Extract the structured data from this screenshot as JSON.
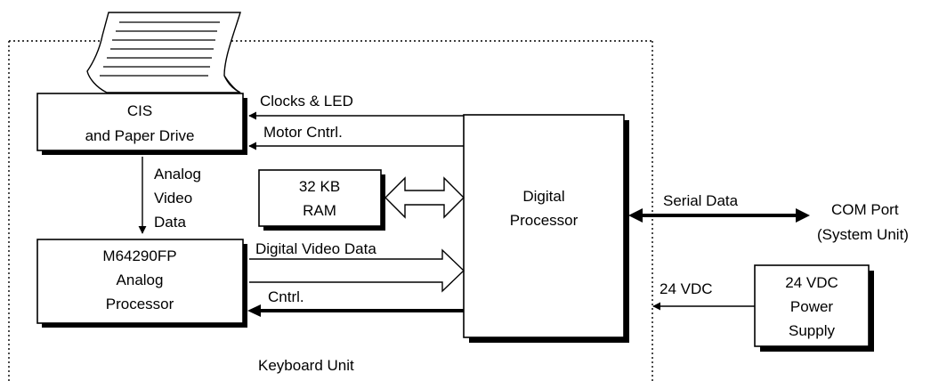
{
  "blocks": {
    "cis": [
      "CIS",
      "and Paper Drive"
    ],
    "ram": [
      "32 KB",
      "RAM"
    ],
    "digital_processor": [
      "Digital",
      "Processor"
    ],
    "analog_processor": [
      "M64290FP",
      "Analog",
      "Processor"
    ],
    "power_supply": [
      "24 VDC",
      "Power",
      "Supply"
    ]
  },
  "signals": {
    "clocks_led": "Clocks & LED",
    "motor_cntrl": "Motor Cntrl.",
    "analog_video_data": [
      "Analog",
      "Video",
      "Data"
    ],
    "digital_video_data": "Digital Video Data",
    "cntrl": "Cntrl.",
    "serial_data": "Serial Data",
    "supply_voltage": "24 VDC"
  },
  "external": {
    "com_port": [
      "COM Port",
      "(System Unit)"
    ]
  },
  "boundary_label": "Keyboard Unit"
}
